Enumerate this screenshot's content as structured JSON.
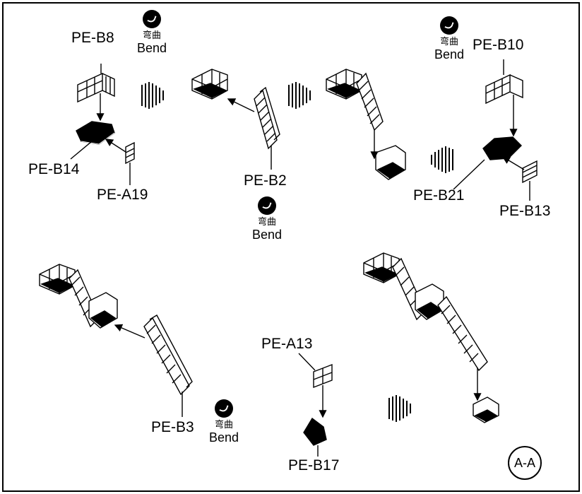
{
  "labels": {
    "b8": "PE-B8",
    "b14": "PE-B14",
    "a19": "PE-A19",
    "b2": "PE-B2",
    "b10": "PE-B10",
    "b21": "PE-B21",
    "b13": "PE-B13",
    "b3": "PE-B3",
    "a13": "PE-A13",
    "b17": "PE-B17"
  },
  "bend": {
    "cn": "弯曲",
    "en": "Bend"
  },
  "section": "A-A",
  "colors": {
    "ink": "#000000",
    "paper": "#ffffff"
  }
}
